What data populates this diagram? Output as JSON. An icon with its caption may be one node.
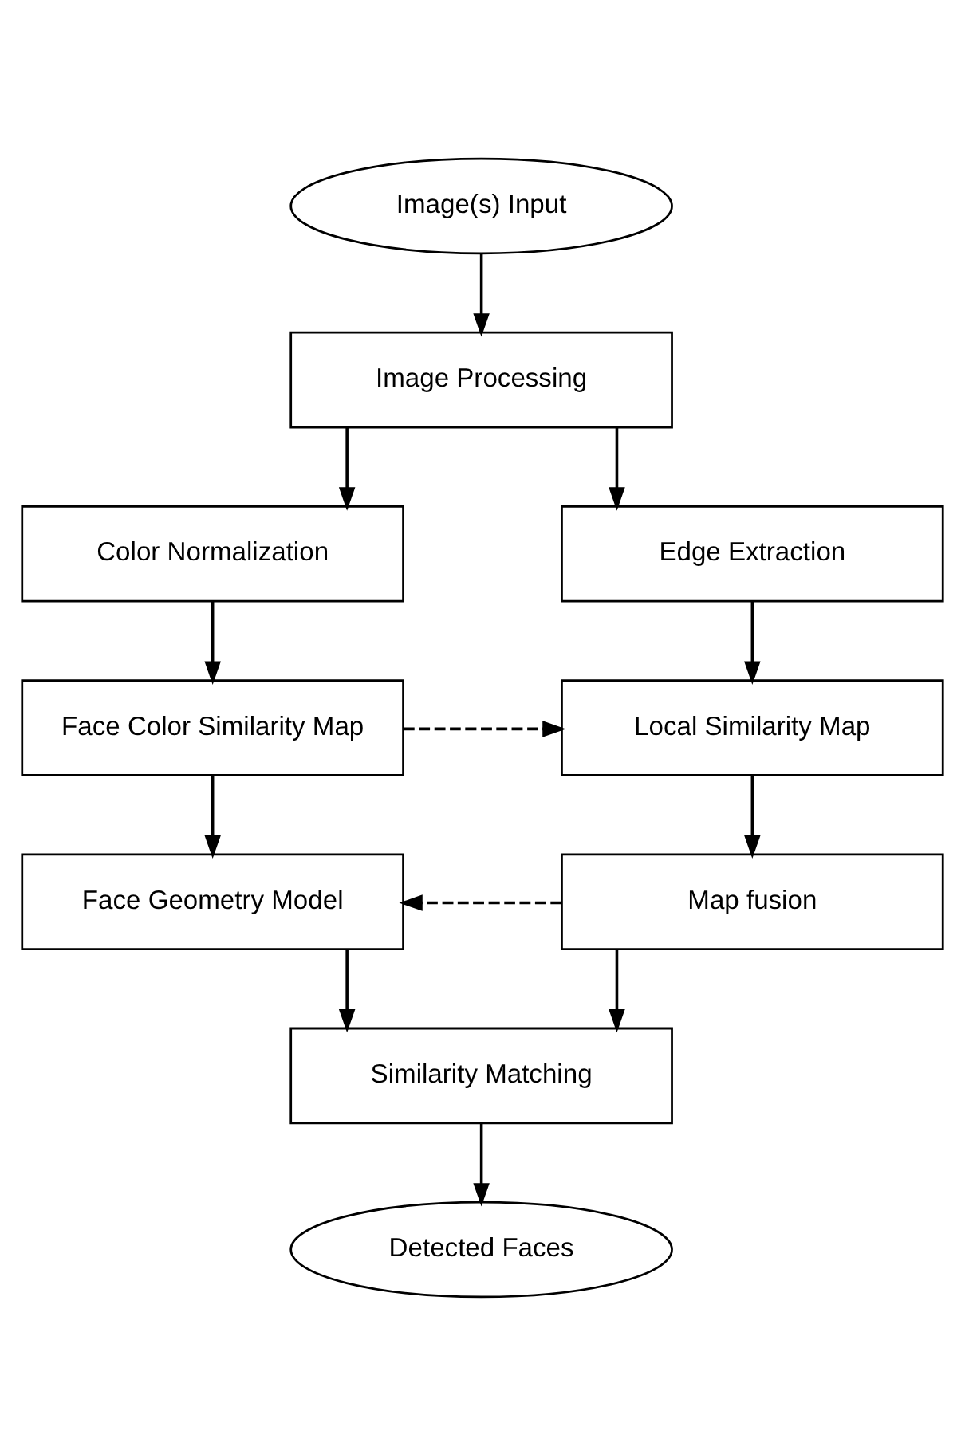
{
  "diagram": {
    "nodes": [
      {
        "text": [
          "Image(s) Input"
        ]
      },
      {
        "text": [
          "Image Processing"
        ]
      },
      {
        "text": [
          "Color Normalization"
        ]
      },
      {
        "text": [
          "Edge Extraction"
        ]
      },
      {
        "text": [
          "Face Color Similarity Map"
        ]
      },
      {
        "text": [
          "Local Similarity Map"
        ]
      },
      {
        "text": [
          "Face Geometry Model"
        ]
      },
      {
        "text": [
          "Map fusion"
        ]
      },
      {
        "text": [
          "Similarity Matching"
        ]
      },
      {
        "text": [
          "Detected Faces"
        ]
      }
    ],
    "edges": [
      {
        "from": 0,
        "to": 1,
        "arrow": "to"
      },
      {
        "from": 1,
        "to": 2,
        "arrow": "to"
      },
      {
        "from": 1,
        "to": 3,
        "arrow": "to"
      },
      {
        "from": 2,
        "to": 4,
        "arrow": "to"
      },
      {
        "from": 3,
        "to": 5,
        "arrow": "to"
      },
      {
        "from": 4,
        "to": 5,
        "arrow": "to",
        "style": "dashed"
      },
      {
        "from": 4,
        "to": 6,
        "arrow": "to"
      },
      {
        "from": 5,
        "to": 7,
        "arrow": "to"
      },
      {
        "from": 7,
        "to": 6,
        "arrow": "to",
        "style": "dashed"
      },
      {
        "from": 6,
        "to": 8,
        "arrow": "to"
      },
      {
        "from": 7,
        "to": 8,
        "arrow": "to"
      },
      {
        "from": 8,
        "to": 9,
        "arrow": "to"
      }
    ]
  }
}
